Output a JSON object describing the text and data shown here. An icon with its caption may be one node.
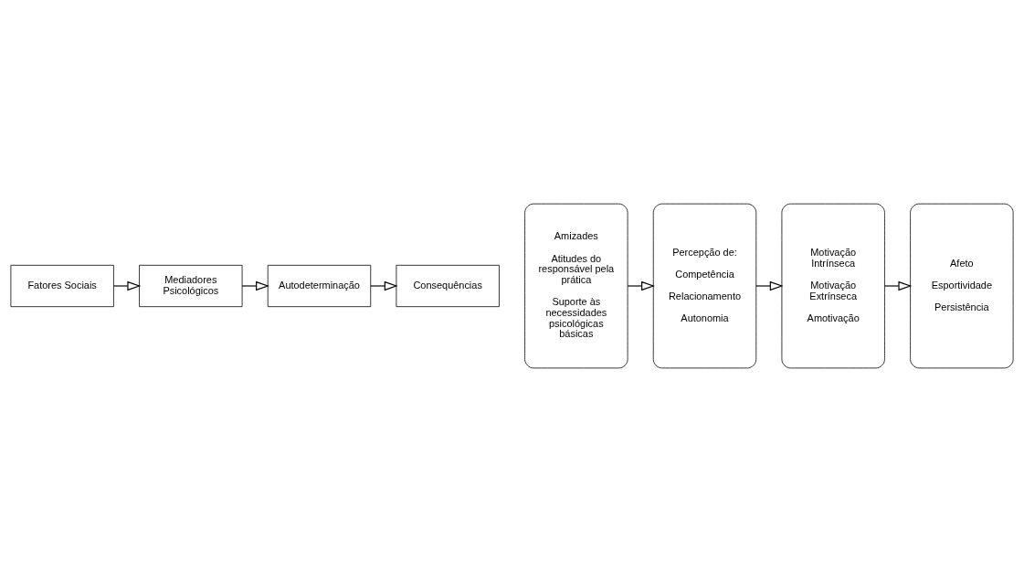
{
  "diagram": {
    "nodes": [
      {
        "text": [
          "Fatores Sociais"
        ]
      },
      {
        "text": [
          "Mediadores Psicológicos"
        ]
      },
      {
        "text": [
          "Autodeterminação"
        ]
      },
      {
        "text": [
          "Consequências"
        ]
      },
      {
        "text": [
          "Amizades",
          "Atitudes do responsável pela prática",
          "Suporte às necessidades psicológicas básicas"
        ]
      },
      {
        "text": [
          "Percepção de:",
          "Competência",
          "Relacionamento",
          "Autonomia"
        ]
      },
      {
        "text": [
          "Motivação Intrínseca",
          "Motivação Extrínseca",
          "Amotivação"
        ]
      },
      {
        "text": [
          "Afeto",
          "Esportividade",
          "Persistência"
        ]
      }
    ],
    "edges": [
      {
        "from": 0,
        "to": 1,
        "arrow": "to"
      },
      {
        "from": 1,
        "to": 2,
        "arrow": "to"
      },
      {
        "from": 2,
        "to": 3,
        "arrow": "to"
      },
      {
        "from": 4,
        "to": 5,
        "arrow": "to"
      },
      {
        "from": 5,
        "to": 6,
        "arrow": "to"
      },
      {
        "from": 6,
        "to": 7,
        "arrow": "to"
      }
    ]
  }
}
